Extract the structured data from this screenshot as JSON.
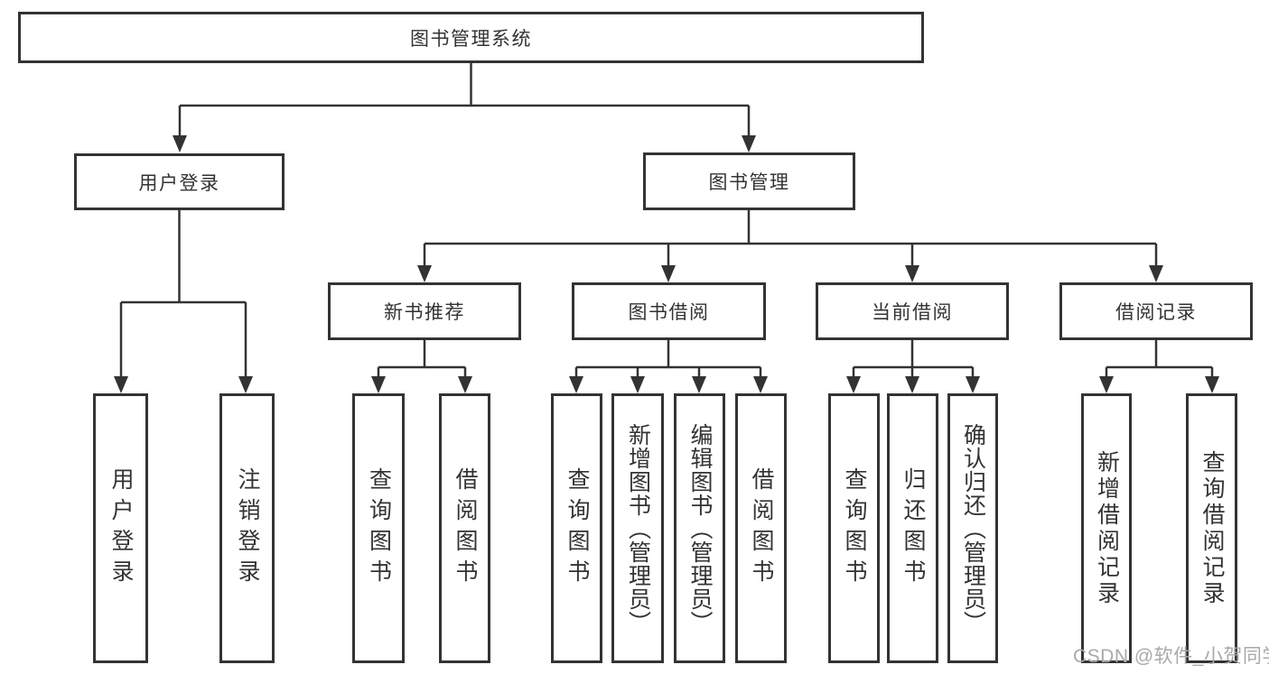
{
  "colors": {
    "line": "#333333",
    "text": "#333333",
    "watermark_gray": "#a9a9a9",
    "background": "#ffffff"
  },
  "diagram": {
    "root": {
      "label": "图书管理系统"
    },
    "branches": [
      {
        "label": "用户登录"
      },
      {
        "label": "图书管理"
      }
    ],
    "modules": [
      {
        "label": "新书推荐"
      },
      {
        "label": "图书借阅"
      },
      {
        "label": "当前借阅"
      },
      {
        "label": "借阅记录"
      }
    ],
    "leaves": [
      {
        "label": "用户登录"
      },
      {
        "label": "注销登录"
      },
      {
        "label": "查询图书"
      },
      {
        "label": "借阅图书"
      },
      {
        "label": "查询图书"
      },
      {
        "label": "新增图书（管理员）"
      },
      {
        "label": "编辑图书（管理员）"
      },
      {
        "label": "借阅图书"
      },
      {
        "label": "查询图书"
      },
      {
        "label": "归还图书"
      },
      {
        "label": "确认归还（管理员）"
      },
      {
        "label": "新增借阅记录"
      },
      {
        "label": "查询借阅记录"
      }
    ],
    "watermark": "CSDN @软件_小贺同学"
  }
}
